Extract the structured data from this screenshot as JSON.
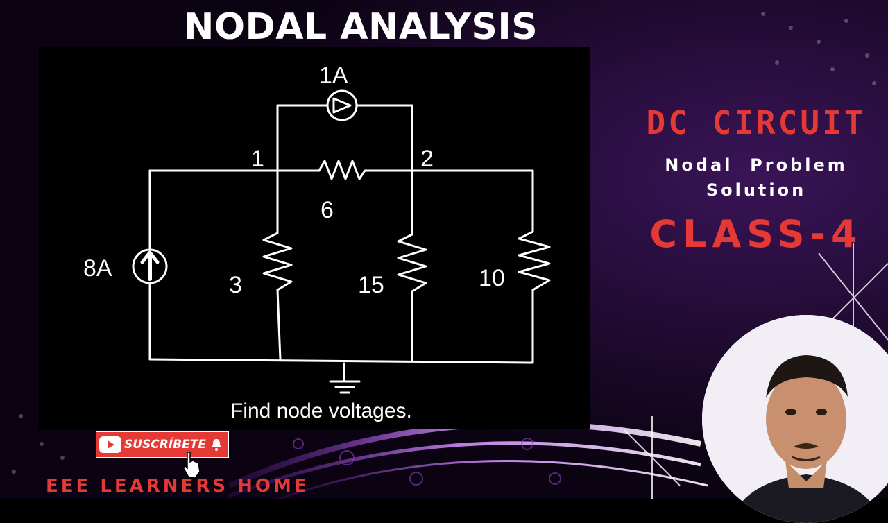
{
  "title": "NODAL ANALYSIS",
  "circuit": {
    "node_1": "1",
    "node_2": "2",
    "top_source": "1A",
    "left_source": "8A",
    "r_series": "6",
    "r_left": "3",
    "r_mid": "15",
    "r_right": "10",
    "caption": "Find node voltages."
  },
  "right_panel": {
    "heading": "DC CIRCUIT",
    "sub_line1": "Nodal  Problem",
    "sub_line2": "Solution",
    "class_label": "CLASS-4"
  },
  "subscribe_label": "SUSCRÍBETE",
  "channel_name": "EEE LEARNERS HOME",
  "colors": {
    "accent_red": "#e53935",
    "bg_purple": "#2a0d3d",
    "glow": "#c86cff"
  }
}
